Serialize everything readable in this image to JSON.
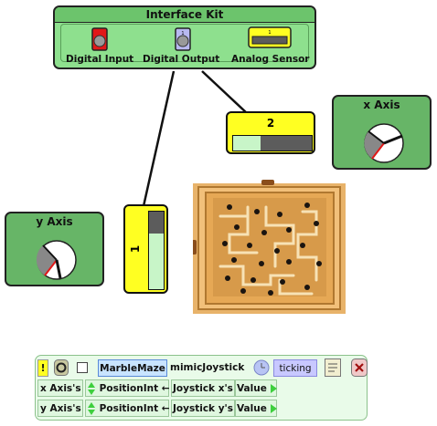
{
  "interface_kit": {
    "title": "Interface Kit",
    "digital_input_label": "Digital Input",
    "digital_output_label": "Digital Output",
    "analog_sensor_label": "Analog Sensor",
    "digital_output_value": "1",
    "analog_sensor_value": "1"
  },
  "analog2": {
    "label": "2",
    "level": 0.35
  },
  "analog1": {
    "label": "1",
    "level": 0.72
  },
  "x_axis": {
    "title": "x Axis"
  },
  "y_axis": {
    "title": "y Axis"
  },
  "script": {
    "exclaim": "!",
    "object_name": "MarbleMaze",
    "script_name": "mimicJoystick",
    "status": "ticking",
    "rows": [
      {
        "target": "x Axis's",
        "property": "PositionInt",
        "source": "Joystick x's",
        "value": "Value"
      },
      {
        "target": "y Axis's",
        "property": "PositionInt",
        "source": "Joystick y's",
        "value": "Value"
      }
    ]
  },
  "colors": {
    "kit_bg": "#8ee08e",
    "sensor_bg": "#ffff22",
    "axis_bg": "#67b567",
    "script_bg": "#e9fbe9"
  }
}
